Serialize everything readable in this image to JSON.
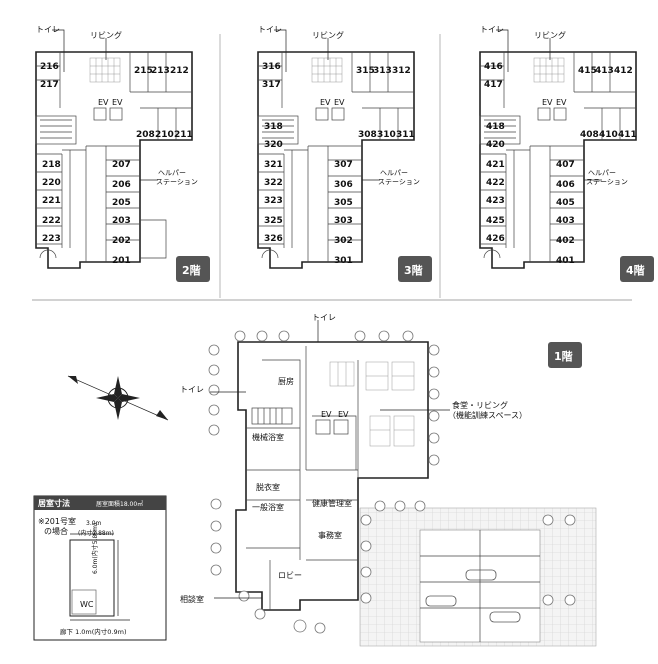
{
  "floors_upper": [
    {
      "id": "f2",
      "badge": "2階",
      "rooms": {
        "r216": "216",
        "r217": "217",
        "r215": "215",
        "r213": "213",
        "r212": "212",
        "r208": "208",
        "r210": "210",
        "r211": "211",
        "r218": "218",
        "r220": "220",
        "r221": "221",
        "r222": "222",
        "r223": "223",
        "r207": "207",
        "r206": "206",
        "r205": "205",
        "r203": "203",
        "r202": "202",
        "r201": "201"
      }
    },
    {
      "id": "f3",
      "badge": "3階",
      "rooms": {
        "r216": "316",
        "r217": "317",
        "r215": "315",
        "r213": "313",
        "r212": "312",
        "r208": "308",
        "r210": "310",
        "r211": "311",
        "r218": "318",
        "r220": "320",
        "r221": "321",
        "r222": "322",
        "r223": "323",
        "r224": "325",
        "r225": "326",
        "r207": "307",
        "r206": "306",
        "r205": "305",
        "r203": "303",
        "r202": "302",
        "r201": "301"
      }
    },
    {
      "id": "f4",
      "badge": "4階",
      "rooms": {
        "r216": "416",
        "r217": "417",
        "r215": "415",
        "r213": "413",
        "r212": "412",
        "r208": "408",
        "r210": "410",
        "r211": "411",
        "r218": "418",
        "r220": "420",
        "r221": "421",
        "r222": "422",
        "r223": "423",
        "r224": "425",
        "r225": "426",
        "r207": "407",
        "r206": "406",
        "r205": "405",
        "r203": "403",
        "r202": "402",
        "r201": "401"
      }
    }
  ],
  "labels": {
    "toilet": "トイレ",
    "living": "リビング",
    "ev": "EV",
    "helper_line1": "ヘルパー",
    "helper_line2": "ステーション"
  },
  "floor1": {
    "badge": "1階",
    "toilet": "トイレ",
    "kitchen": "厨房",
    "ev": "EV",
    "dining_line1": "食堂・リビング",
    "dining_line2": "（機能訓練スペース）",
    "machine_bath": "機械浴室",
    "dressing": "脱衣室",
    "general_bath": "一般浴室",
    "health_office": "健康管理室",
    "office": "事務室",
    "lobby": "ロビー",
    "consult": "相談室"
  },
  "room_size": {
    "title": "居室寸法",
    "area": "居室面積18.00㎡",
    "note_line1": "※201号室",
    "note_line2": "の場合",
    "width": "3.0m",
    "width_inner": "(内寸2.88m)",
    "depth": "6.0m(内寸5.88m)",
    "wc": "WC",
    "corridor": "廊下 1.0m(内寸0.9m)"
  }
}
